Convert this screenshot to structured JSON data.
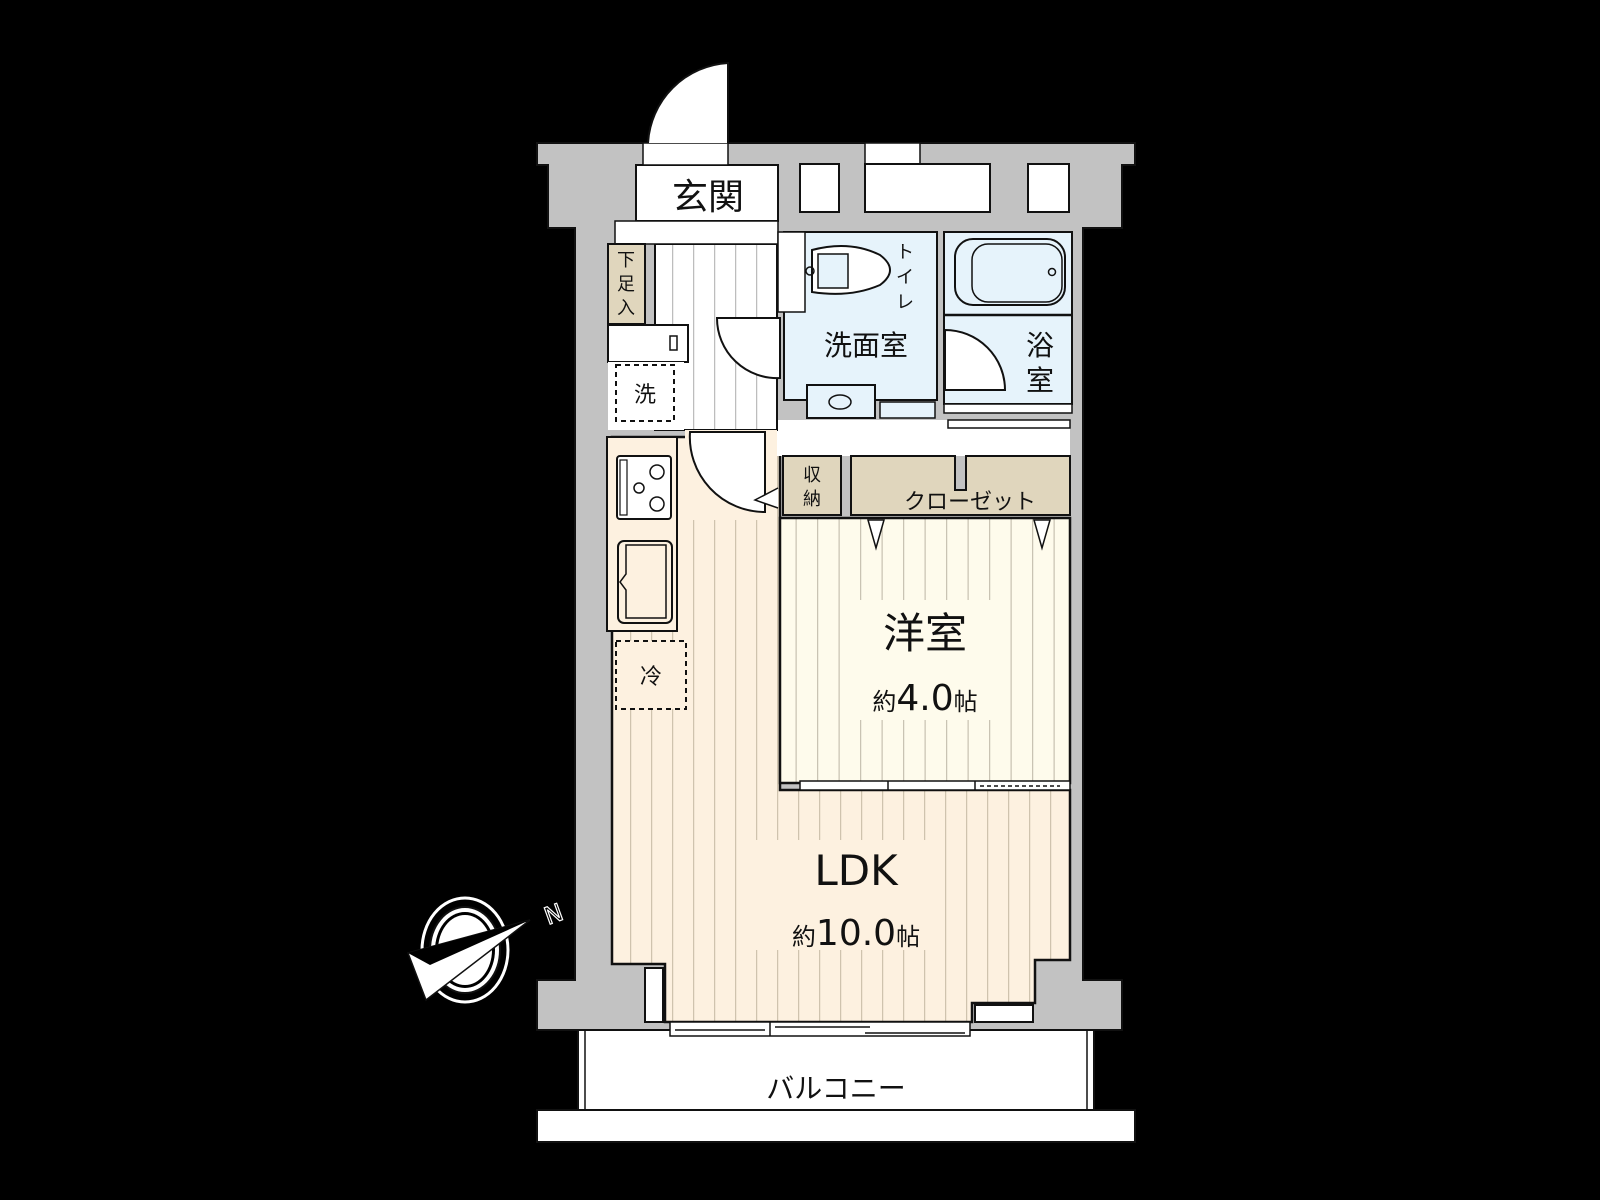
{
  "floorplan": {
    "colors": {
      "background": "#000000",
      "wall": "#c2c2c2",
      "ldk_floor": "#fdf1e0",
      "western_room_floor": "#fefbec",
      "wet_area": "#e6f3fb",
      "storage": "#e0d6bd",
      "hallway": "#ffffff",
      "balcony": "#ffffff"
    },
    "rooms": {
      "entrance": {
        "label": "玄関"
      },
      "shoe_box": {
        "label": "下足入",
        "chars": [
          "下",
          "足",
          "入"
        ]
      },
      "washer": {
        "label": "洗"
      },
      "toilet": {
        "label": "トイレ",
        "chars": [
          "ト",
          "イ",
          "レ"
        ]
      },
      "washroom": {
        "label": "洗面室"
      },
      "bathroom": {
        "label": "浴室",
        "chars": [
          "浴",
          "室"
        ]
      },
      "storage": {
        "label": "収納",
        "chars": [
          "収",
          "納"
        ]
      },
      "closet": {
        "label": "クローゼット"
      },
      "western_room": {
        "label": "洋室",
        "area_prefix": "約",
        "area_value": "4.0",
        "area_unit": "帖"
      },
      "refrigerator": {
        "label": "冷"
      },
      "ldk": {
        "label": "LDK",
        "area_prefix": "約",
        "area_value": "10.0",
        "area_unit": "帖"
      },
      "balcony": {
        "label": "バルコニー"
      }
    },
    "compass": {
      "direction_label": "N",
      "icon": "north-arrow-icon"
    }
  }
}
